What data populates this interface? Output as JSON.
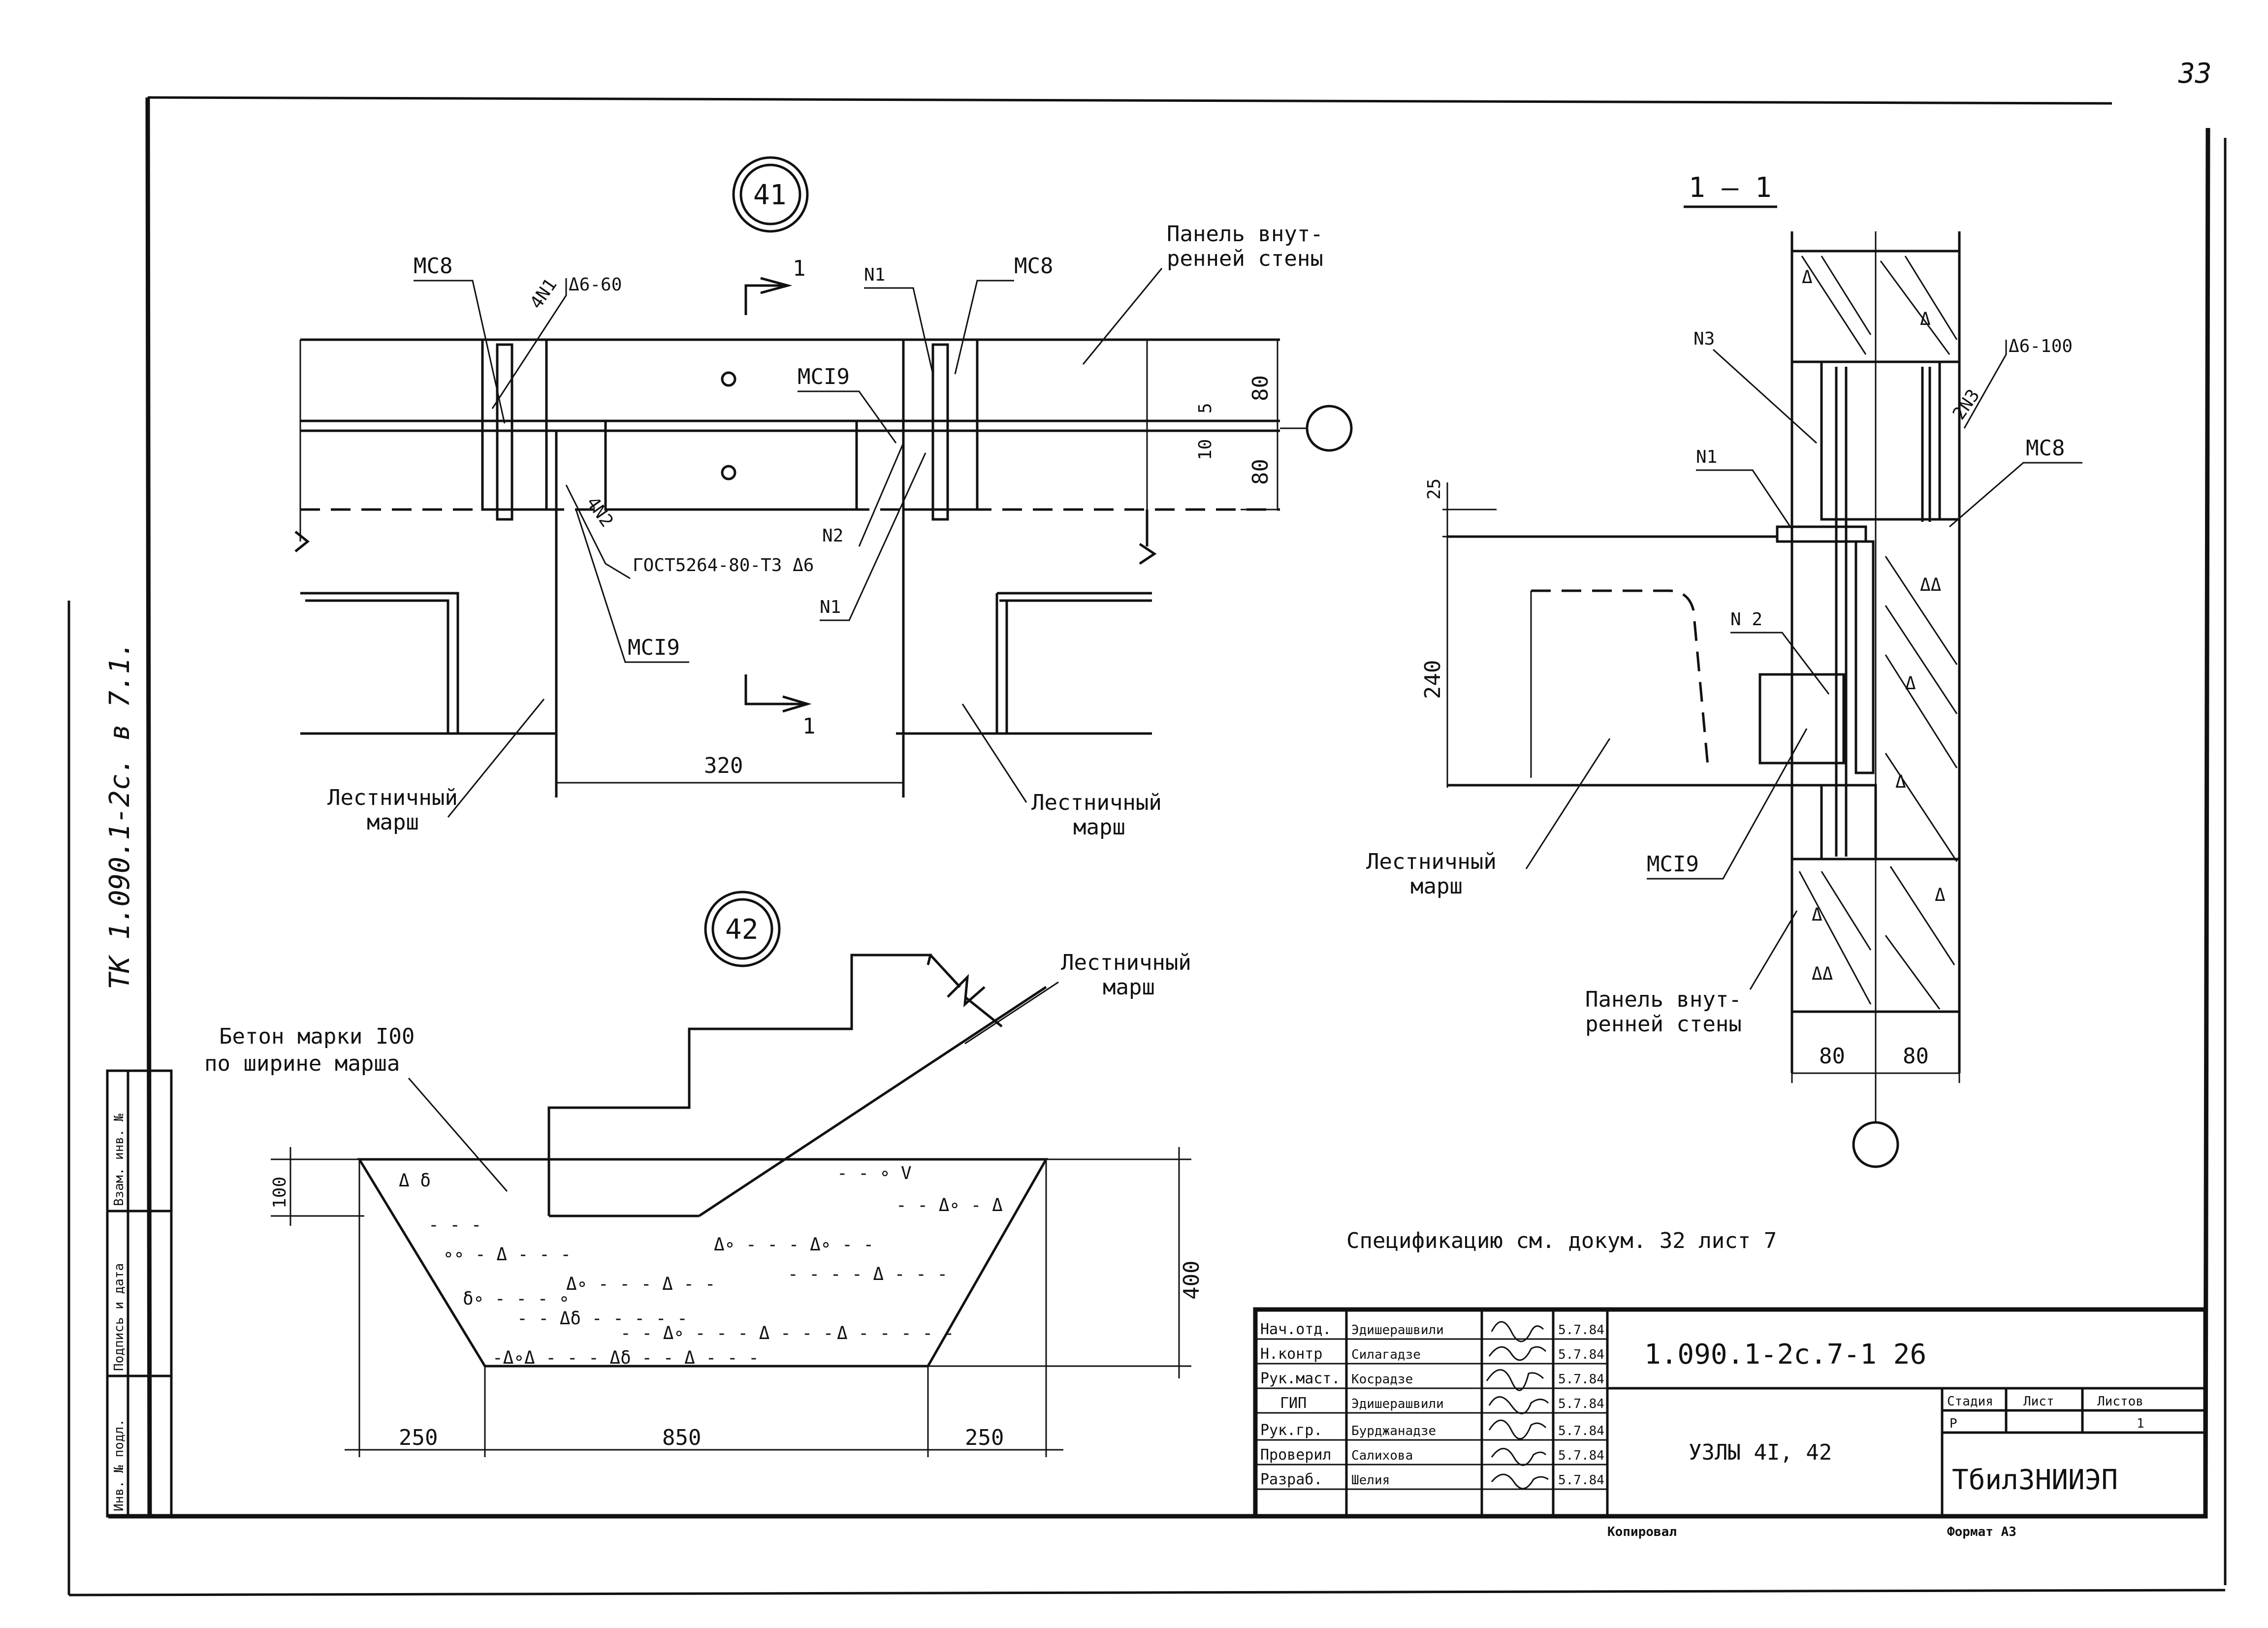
{
  "page_number": "33",
  "side_note": "ТК 1.090.1-2с. в 7.1.",
  "side_stamp": [
    "Инв. № подл.",
    "Подпись и дата",
    "Взам. инв. №"
  ],
  "node41": {
    "marker": "41",
    "labels": {
      "mc8_left": "МС8",
      "mc8_right": "МС8",
      "an1": "4N1",
      "weld_top": "Δ6-60",
      "n1_top": "N1",
      "mci9_top": "МСI9",
      "panel": "Панель внут-\nренней стены",
      "dim_80a": "80",
      "dim_5": "5",
      "dim_10": "10",
      "dim_80b": "80",
      "n2": "N2",
      "an2": "4N2",
      "gost": "ГОСТ5264-80-Т3 Δ6",
      "n1_bottom": "N1",
      "mci9_bottom": "МСI9",
      "dim_320": "320",
      "stair_left": "Лестничный\nмарш",
      "stair_right": "Лестничный\nмарш",
      "section_mark": "1"
    }
  },
  "section11": {
    "title": "1 – 1",
    "labels": {
      "n3": "N3",
      "weld": "2N3",
      "weld_val": "Δ6-100",
      "n1": "N1",
      "mc8": "МС8",
      "dim_25": "25",
      "n2": "N 2",
      "dim_240": "240",
      "stair": "Лестничный\nмарш",
      "mci9": "МСI9",
      "panel": "Панель внут-\nренней стены",
      "dim_80a": "80",
      "dim_80b": "80"
    }
  },
  "node42": {
    "marker": "42",
    "labels": {
      "stair": "Лестничный\nмарш",
      "concrete": "Бетон марки I00\nпо ширине марша",
      "dim_100": "100",
      "dim_400": "400",
      "dim_250a": "250",
      "dim_850": "850",
      "dim_250b": "250"
    }
  },
  "spec_note": "Спецификацию см. докум. 32 лист 7",
  "title_block": {
    "rows": [
      {
        "role": "Нач.отд.",
        "name": "Эдишерашвили",
        "date": "5.7.84"
      },
      {
        "role": "Н.контр",
        "name": "Силагадзе",
        "date": "5.7.84"
      },
      {
        "role": "Рук.маст.",
        "name": "Косрадзе",
        "date": "5.7.84"
      },
      {
        "role": "ГИП",
        "name": "Эдишерашвили",
        "date": "5.7.84"
      },
      {
        "role": "Рук.гр.",
        "name": "Бурджанадзе",
        "date": "5.7.84"
      },
      {
        "role": "Проверил",
        "name": "Салихова",
        "date": "5.7.84"
      },
      {
        "role": "Разраб.",
        "name": "Шелия",
        "date": "5.7.84"
      }
    ],
    "doc_code": "1.090.1-2с.7-1 26",
    "doc_title": "УЗЛЫ 4I, 42",
    "stage_head": "Стадия",
    "sheet_head": "Лист",
    "sheets_head": "Листов",
    "stage": "Р",
    "sheet": "",
    "sheets": "1",
    "org": "ТбилЗНИИЭП",
    "copied": "Копировал",
    "format": "Формат А3"
  }
}
